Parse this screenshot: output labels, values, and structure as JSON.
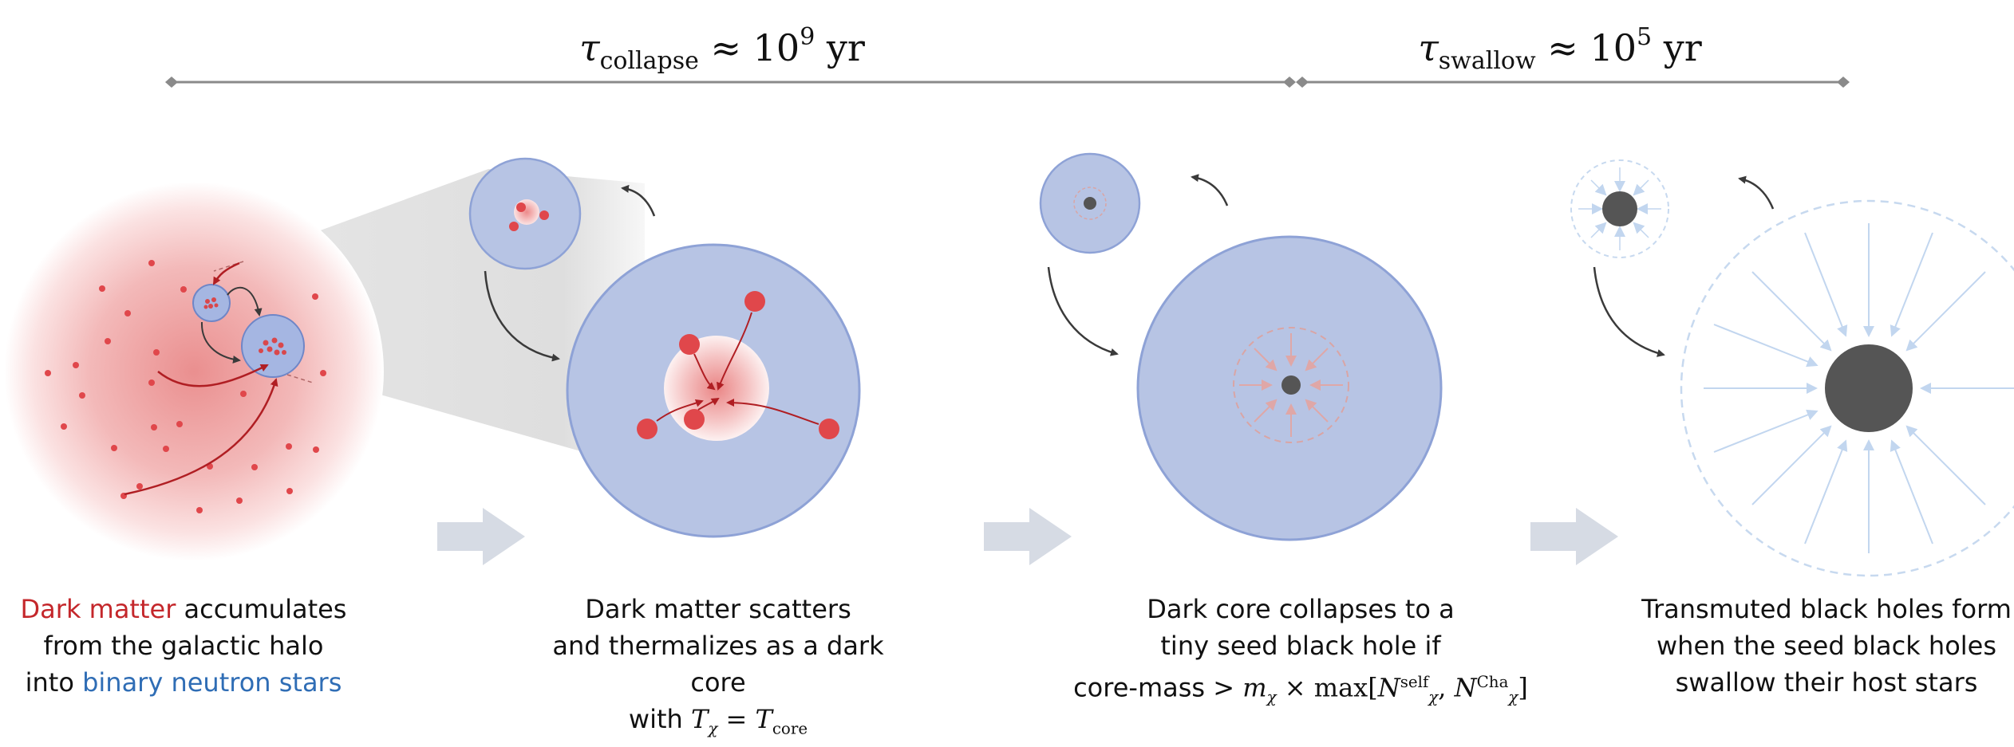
{
  "timeline": {
    "collapse_label": "τcollapse ≈ 10⁹ yr",
    "swallow_label": "τswallow ≈ 10⁵ yr"
  },
  "captions": {
    "stage1": {
      "line1_red": "Dark matter",
      "line1_rest": " accumulates",
      "line2": "from the galactic halo",
      "line3_pre": "into ",
      "line3_blue": "binary neutron stars"
    },
    "stage2": {
      "line1": "Dark matter scatters",
      "line2": "and thermalizes as a dark core",
      "line3_pre": "with ",
      "T": "T",
      "chi": "χ",
      "eq": " = ",
      "T2": "T",
      "core": "core"
    },
    "stage3": {
      "line1": "Dark core collapses to a",
      "line2": "tiny seed black hole if",
      "line3_pre": "core-mass > ",
      "m": "m",
      "chi": "χ",
      "times": " × max[",
      "N1": "N",
      "N1_sub": "χ",
      "N1_sup": "self",
      "comma": ", ",
      "N2": "N",
      "N2_sub": "χ",
      "N2_sup": "Cha",
      "close": "]"
    },
    "stage4": {
      "line1": "Transmuted black holes form",
      "line2": "when the seed black holes",
      "line3": "swallow their host stars"
    }
  },
  "colors": {
    "halo_red": "#e8474c",
    "neutron_star_blue": "#b7c4e4",
    "neutron_star_edge": "#8ea2d6",
    "black_hole": "#555555",
    "arrow_gray": "#d6dbe4",
    "dashed_blue": "#c7d9ef"
  }
}
